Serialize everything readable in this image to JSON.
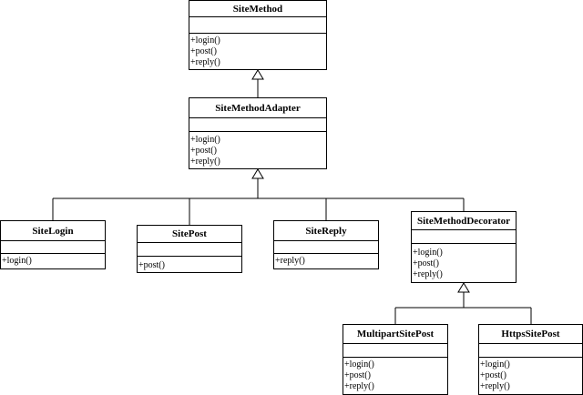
{
  "classes": {
    "site_method": {
      "name": "SiteMethod",
      "methods": [
        "+login()",
        "+post()",
        "+reply()"
      ]
    },
    "site_method_adapter": {
      "name": "SiteMethodAdapter",
      "methods": [
        "+login()",
        "+post()",
        "+reply()"
      ]
    },
    "site_login": {
      "name": "SiteLogin",
      "methods": [
        "+login()"
      ]
    },
    "site_post": {
      "name": "SitePost",
      "methods": [
        "+post()"
      ]
    },
    "site_reply": {
      "name": "SiteReply",
      "methods": [
        "+reply()"
      ]
    },
    "site_method_decorator": {
      "name": "SiteMethodDecorator",
      "methods": [
        "+login()",
        "+post()",
        "+reply()"
      ]
    },
    "multipart_site_post": {
      "name": "MultipartSitePost",
      "methods": [
        "+login()",
        "+post()",
        "+reply()"
      ]
    },
    "https_site_post": {
      "name": "HttpsSitePost",
      "methods": [
        "+login()",
        "+post()",
        "+reply()"
      ]
    }
  }
}
